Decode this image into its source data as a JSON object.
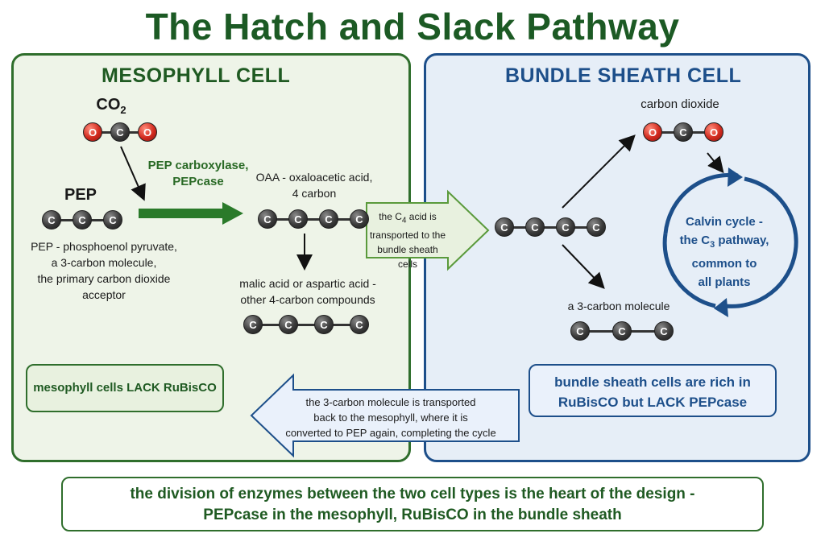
{
  "title": "The Hatch and Slack Pathway",
  "mesophyll": {
    "title": "MESOPHYLL CELL",
    "co2_label": "CO",
    "co2_sub": "2",
    "pep_label": "PEP",
    "pep_desc": [
      "PEP - phosphoenol pyruvate,",
      "a 3-carbon molecule,",
      "the primary carbon dioxide",
      "acceptor"
    ],
    "enzyme": [
      "PEP carboxylase,",
      "PEPcase"
    ],
    "oaa": [
      "OAA - oxaloacetic acid,",
      "4 carbon"
    ],
    "malic": [
      "malic acid or aspartic acid -",
      "other 4-carbon compounds"
    ],
    "note": "mesophyll cells LACK RuBisCO"
  },
  "transfer": {
    "to_bundle_1": "the C",
    "to_bundle_sub": "4",
    "to_bundle_2": " acid is",
    "to_bundle_3": "transported to the",
    "to_bundle_4": "bundle sheath cells",
    "back": [
      "the 3-carbon molecule is transported",
      "back to the mesophyll, where it is",
      "converted to PEP again, completing the cycle"
    ]
  },
  "bundle": {
    "title": "BUNDLE SHEATH CELL",
    "co2_label": "carbon dioxide",
    "three_carbon": "a 3-carbon molecule",
    "calvin_1": "Calvin cycle -",
    "calvin_2a": "the C",
    "calvin_2sub": "3",
    "calvin_2b": " pathway,",
    "calvin_3": "common to",
    "calvin_4": "all plants",
    "note": [
      "bundle sheath cells are rich in",
      "RuBisCO but LACK PEPcase"
    ]
  },
  "footer": [
    "the division of enzymes between the two cell types is the heart of the design -",
    "PEPcase in the mesophyll, RuBisCO in the bundle sheath"
  ],
  "atoms": {
    "carbon": "C",
    "oxygen": "O"
  },
  "colors": {
    "green": "#2f6e2c",
    "blue": "#1d4f8a",
    "oxygen": "#d22a1e",
    "carbon": "#3a3a3a"
  }
}
